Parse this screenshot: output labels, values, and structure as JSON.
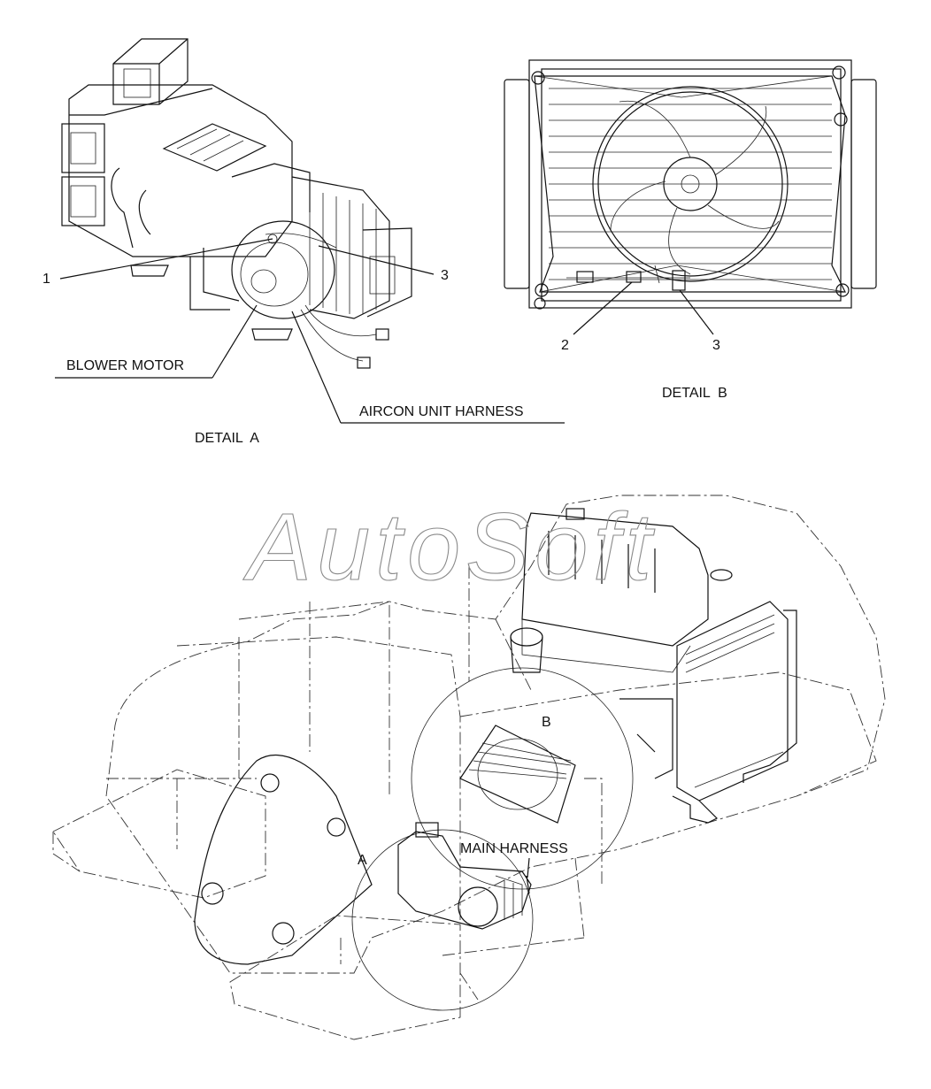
{
  "watermark": "AutoSoft",
  "detail_a": {
    "title": "DETAIL  A",
    "callout_1": "1",
    "callout_3": "3",
    "blower_motor": "BLOWER MOTOR",
    "aircon_harness": "AIRCON UNIT HARNESS"
  },
  "detail_b": {
    "title": "DETAIL  B",
    "callout_2": "2",
    "callout_3": "3"
  },
  "main_view": {
    "marker_a": "A",
    "marker_b": "B",
    "main_harness": "MAIN HARNESS"
  }
}
